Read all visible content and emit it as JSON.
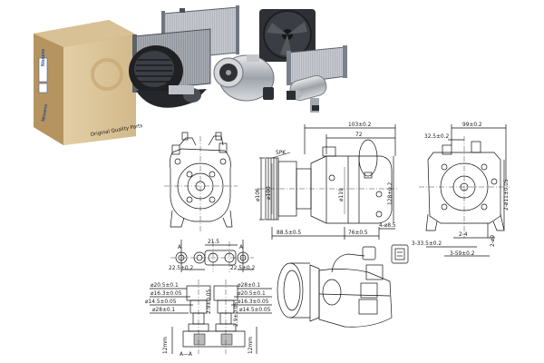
{
  "product_photo": {
    "box_brand": "Nissens",
    "box_brand_side": "Nissens",
    "box_caption": "Original Quality Parts"
  },
  "drawing": {
    "top_dims": {
      "d103": "103±0.2",
      "d72": "72",
      "d5pk": "5PK",
      "d99": "99±0.2",
      "d32": "32.5±0.2"
    },
    "side_dims": {
      "d106": "⌀106",
      "d100": "⌀100",
      "d119": "⌀119",
      "d128": "128±0.2",
      "d88": "88.5±0.5",
      "d76": "76±0.5",
      "d4": "4-⌀8.5",
      "d2411": "2-⌀11±0.05",
      "d249": "2-⌀9",
      "d24": "2-4"
    },
    "right_dims": {
      "d3_335": "3-33.5±0.2",
      "d3_59": "3-59±0.2"
    },
    "port_dims": {
      "d21_5": "21.5",
      "d22_5_left": "22.5±0.2",
      "d22_5_right": "22.5±0.2",
      "label_a1": "A",
      "label_a2": "A"
    },
    "section_left": {
      "d20_5": "⌀20.5±0.1",
      "d16_3": "⌀16.3±0.05",
      "d14_5": "⌀14.5±0.05",
      "d28": "⌀28±0.1",
      "d12mm": "12mm",
      "d2_3": "2.9±0.05"
    },
    "section_right": {
      "d28": "⌀28±0.1",
      "d20_5": "⌀20.5±0.1",
      "d16_3": "⌀16.3±0.05",
      "d14_5": "⌀14.5±0.05",
      "d12mm": "12mm",
      "d2_3": "2.9±0.05"
    },
    "section_label": "A—A"
  }
}
